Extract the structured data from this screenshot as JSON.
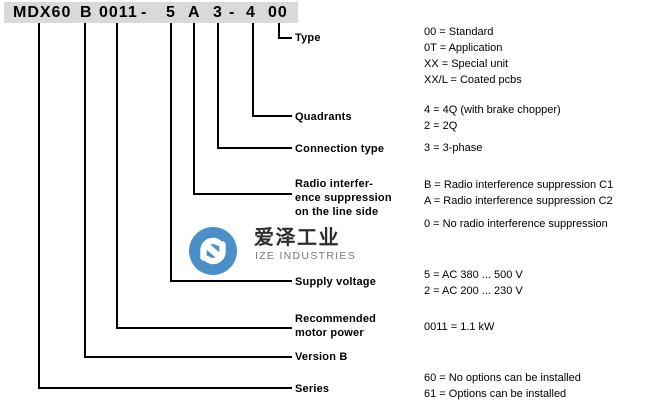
{
  "code": {
    "segments": [
      "MDX60",
      "B",
      "0011",
      "-",
      "5",
      "A",
      "3",
      "-",
      "4",
      "00"
    ]
  },
  "labels": {
    "type": "Type",
    "quadrants": "Quadrants",
    "connection_type": "Connection type",
    "radio_suppression": [
      "Radio interfer-",
      "ence suppression",
      "on the line side"
    ],
    "supply_voltage": "Supply voltage",
    "motor_power": [
      "Recommended",
      "motor power"
    ],
    "version": "Version B",
    "series": "Series"
  },
  "values": {
    "type": [
      "00 = Standard",
      "0T = Application",
      "XX = Special unit",
      "XX/L = Coated pcbs"
    ],
    "quadrants": [
      "4 = 4Q (with brake chopper)",
      "2 = 2Q"
    ],
    "connection_type": [
      "3 = 3-phase"
    ],
    "radio_suppression": [
      "B = Radio interference suppression C1",
      "A = Radio interference suppression C2"
    ],
    "radio_suppression_none": [
      "0 = No radio interference suppression"
    ],
    "supply_voltage": [
      "5 = AC 380 ... 500 V",
      "2 = AC 200 ... 230 V"
    ],
    "motor_power": [
      "0011 = 1.1 kW"
    ],
    "series": [
      "60 = No options can be installed",
      "61 = Options can be installed"
    ]
  },
  "watermark": {
    "logo_icon": "ize-logo",
    "name_cn": "爱泽工业",
    "name_en": "IZE INDUSTRIES",
    "logo_color": "#4A8FC7"
  },
  "colors": {
    "code_box_bg": "#D9D9D9",
    "line": "#000000",
    "text": "#000000",
    "watermark_cn_text": "#2E2E2E",
    "watermark_en_text": "#777777"
  }
}
